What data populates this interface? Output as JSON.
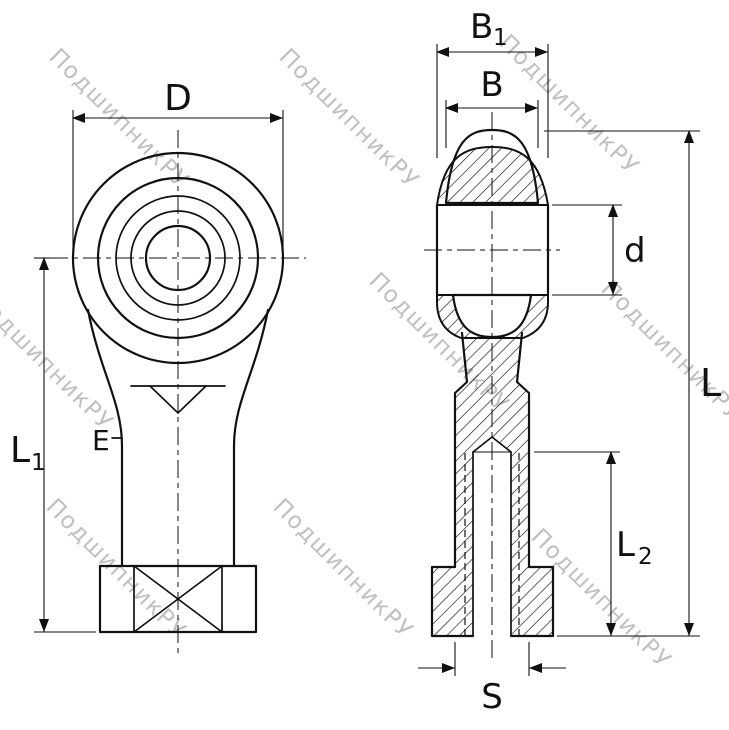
{
  "watermark": {
    "text": "ПодшипникРУ"
  },
  "labels": {
    "D": "D",
    "L1": {
      "main": "L",
      "sub": "1"
    },
    "E": "E",
    "B1": {
      "main": "B",
      "sub": "1"
    },
    "B": "B",
    "d": "d",
    "L": "L",
    "L2": {
      "main": "L",
      "sub": "2"
    },
    "S": "S"
  },
  "colors": {
    "line": "#111111",
    "watermark": "#c0c0c0",
    "background": "#ffffff"
  }
}
